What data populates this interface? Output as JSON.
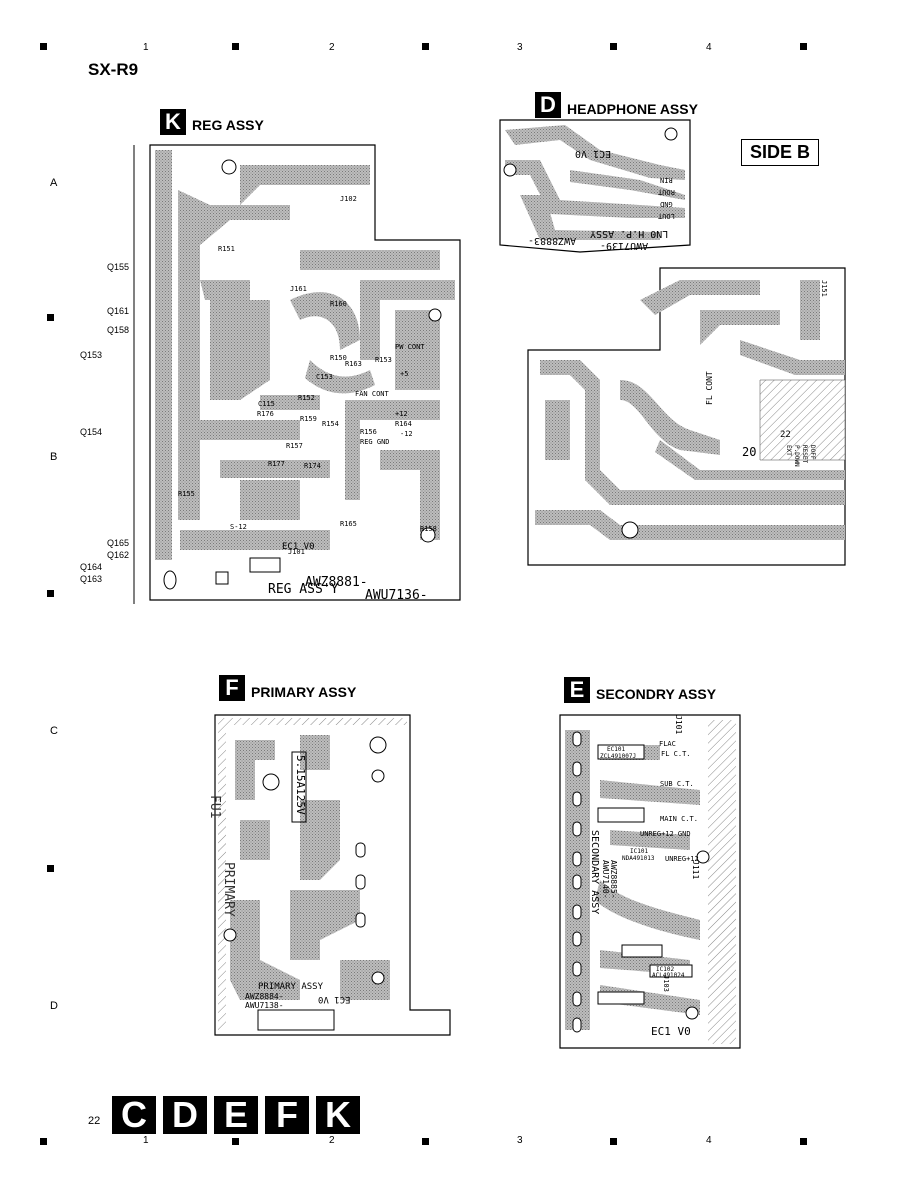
{
  "header": {
    "model": "SX-R9"
  },
  "column_numbers": [
    "1",
    "2",
    "3",
    "4"
  ],
  "row_letters": [
    "A",
    "B",
    "C",
    "D"
  ],
  "side_label": "SIDE B",
  "boards": {
    "k": {
      "letter": "K",
      "title": "REG ASSY",
      "silk": [
        "AWZ8881-",
        "AWU7136-",
        "REG ASS'Y",
        "EC1 V0",
        "FAN CONT",
        "REG GND",
        "PW CONT",
        "R150",
        "R153",
        "C153",
        "C115",
        "R176",
        "R154",
        "R177",
        "R174",
        "R155",
        "R156",
        "R157",
        "R158",
        "R159",
        "R151",
        "R152",
        "R165",
        "R160",
        "J161",
        "R163",
        "R164",
        "+12",
        "-12",
        "+5",
        "S-12",
        "J101",
        "J102"
      ],
      "transistors": [
        "Q155",
        "Q161",
        "Q158",
        "Q153",
        "Q154",
        "Q165",
        "Q162",
        "Q164",
        "Q163"
      ]
    },
    "d": {
      "letter": "D",
      "title": "HEADPHONE ASSY",
      "silk": [
        "LN0 H.P. ASSY",
        "AWZ8883-",
        "AWU7139-",
        "EC1 V0",
        "RIN",
        "ROUT",
        "GND",
        "LOUT"
      ]
    },
    "b": {
      "silk": [
        "FL CONT",
        "20",
        "22",
        "J151",
        "P.DOWN",
        "RESET",
        "DOFF",
        "EXT"
      ]
    },
    "f": {
      "letter": "F",
      "title": "PRIMARY ASSY",
      "silk": [
        "FU1",
        "5.15A125V",
        "PRIMARY",
        "PRIMARY ASSY",
        "AWZ8884-",
        "AWU7138-",
        "EC1 V0"
      ]
    },
    "e": {
      "letter": "E",
      "title": "SECONDRY ASSY",
      "silk": [
        "EC101",
        "ZCL491007J",
        "FLAC",
        "FL C.T.",
        "SUB C.T.",
        "MAIN C.T.",
        "UNREG+12 GND",
        "UNREG+12",
        "IC101",
        "NDA491013",
        "SECONDARY ASSY",
        "AWZ8885-",
        "AWU7140-",
        "IC102",
        "ACL491024",
        "EC1 V0",
        "J101",
        "J111",
        "J103"
      ]
    }
  },
  "footer": {
    "page_number": "22",
    "tabs": [
      "C",
      "D",
      "E",
      "F",
      "K"
    ]
  }
}
